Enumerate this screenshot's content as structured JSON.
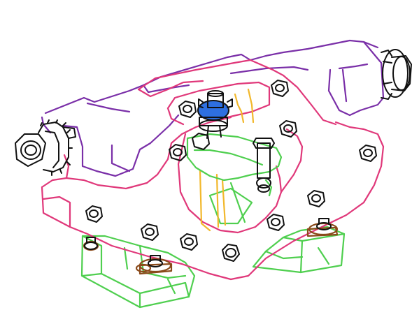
{
  "colors": {
    "outline": "#111111",
    "axle_housing": "#7a2fa8",
    "side_plate": "#e0387a",
    "base_bracket": "#4fcf4f",
    "link_bar": "#4fcf4f",
    "spring_post": "#f2b82c",
    "u_bolt_pad": "#8a4a1a",
    "ball_joint": "#2e6fe0",
    "background": "#ffffff"
  },
  "parts": [
    {
      "name": "axle-housing",
      "color_key": "axle_housing"
    },
    {
      "name": "side-plate",
      "color_key": "side_plate"
    },
    {
      "name": "base-bracket-left",
      "color_key": "base_bracket"
    },
    {
      "name": "base-bracket-right",
      "color_key": "base_bracket"
    },
    {
      "name": "equalizer-link",
      "color_key": "link_bar"
    },
    {
      "name": "spring-post",
      "color_key": "spring_post"
    },
    {
      "name": "ball-joint",
      "color_key": "ball_joint"
    },
    {
      "name": "hub-nut-left",
      "color_key": "outline"
    },
    {
      "name": "hub-nut-right",
      "color_key": "outline"
    }
  ]
}
